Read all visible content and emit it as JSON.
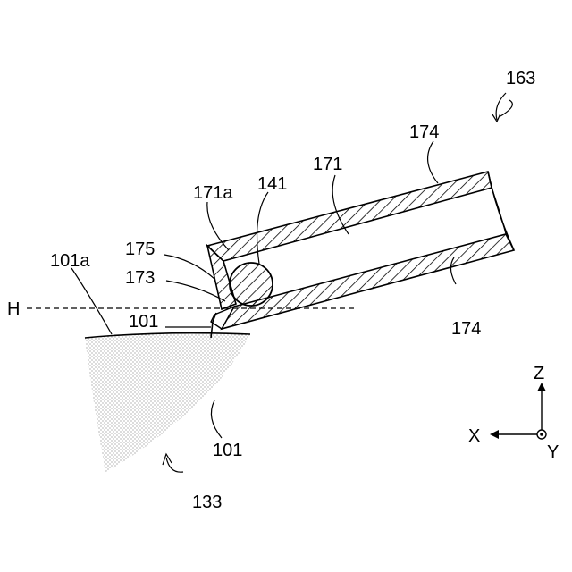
{
  "labels": {
    "l163": "163",
    "l174_top": "174",
    "l171": "171",
    "l171a": "171a",
    "l141": "141",
    "l175": "175",
    "l173": "173",
    "l101a": "101a",
    "lH": "H",
    "l101_top": "101",
    "l174_bottom": "174",
    "l101_bottom": "101",
    "l133": "133"
  },
  "axes": {
    "z": "Z",
    "x": "X",
    "y": "Y"
  }
}
